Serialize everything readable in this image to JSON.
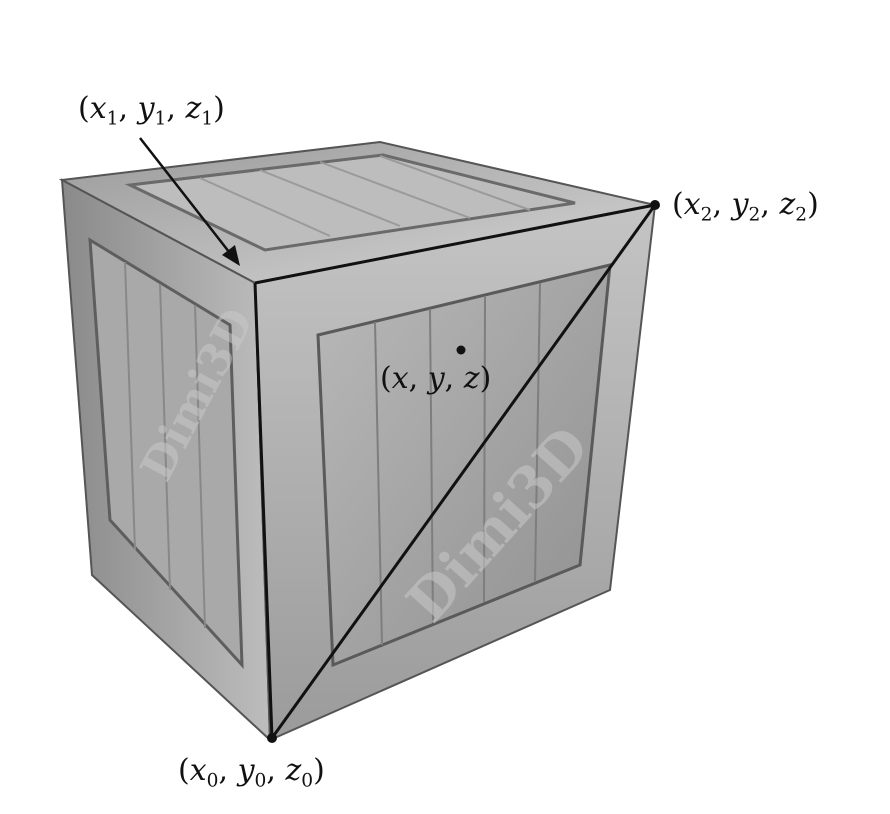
{
  "labels": {
    "corner1": {
      "x": "x",
      "y": "y",
      "z": "z",
      "sub": "1"
    },
    "corner2": {
      "x": "x",
      "y": "y",
      "z": "z",
      "sub": "2"
    },
    "corner0": {
      "x": "x",
      "y": "y",
      "z": "z",
      "sub": "0"
    },
    "center": {
      "x": "x",
      "y": "y",
      "z": "z"
    }
  },
  "watermark": "Dimi3D",
  "colors": {
    "wood_light": "#cfcfcf",
    "wood_mid": "#a8a8a8",
    "wood_dark": "#6f6f6f",
    "line": "#111111"
  }
}
